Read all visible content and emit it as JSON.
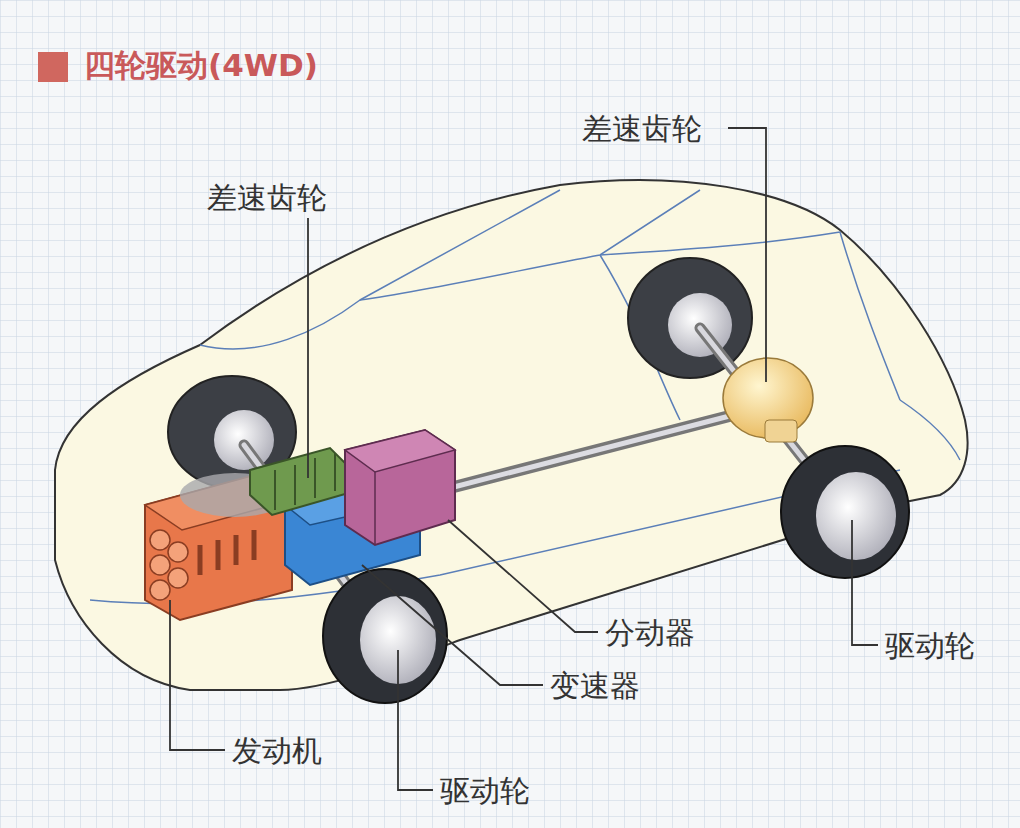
{
  "diagram": {
    "title": "四轮驱动(4WD)",
    "labels": [
      "差速齿轮",
      "差速齿轮",
      "分动器",
      "驱动轮",
      "变速器",
      "发动机",
      "驱动轮"
    ]
  }
}
